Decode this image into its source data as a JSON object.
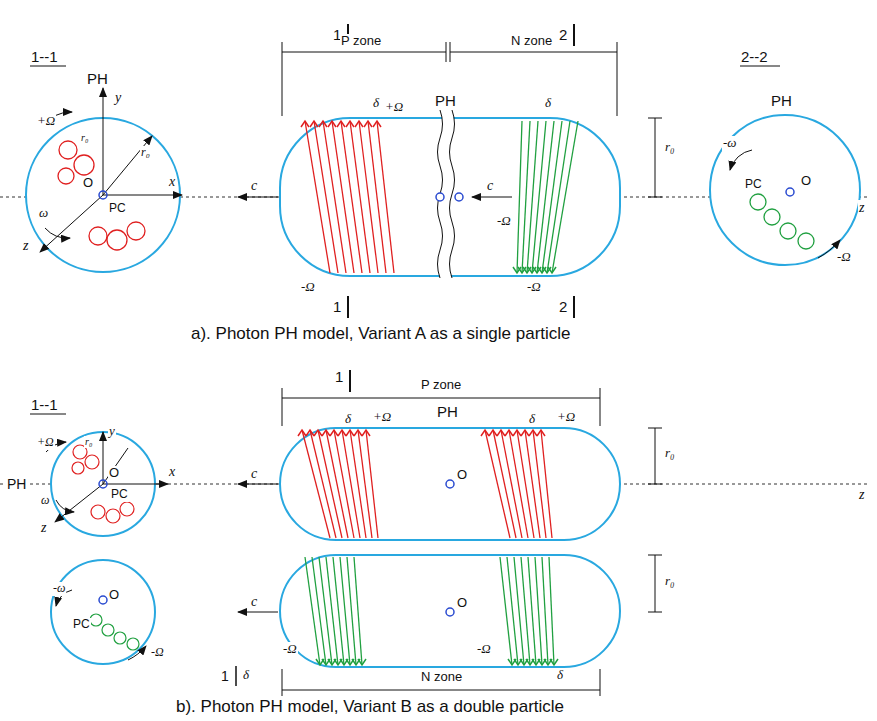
{
  "diagram": {
    "labels": [
      "1--1",
      "PH",
      "y",
      "+Ω",
      "r₀",
      "r₀",
      "O",
      "x",
      "z",
      "ω",
      "PC",
      "1",
      "P zone",
      "N zone",
      "2",
      "δ",
      "δ",
      "+Ω",
      "PH",
      "r₀",
      "c",
      "c",
      "z",
      "-Ω",
      "-Ω",
      "-Ω",
      "1",
      "2",
      "2--2",
      "PH",
      "-ω",
      "O",
      "PC",
      "-Ω",
      "a). Photon PH model, Variant A as a single particle",
      "1--1",
      "1",
      "P zone",
      "PH",
      "δ",
      "δ",
      "+Ω",
      "+Ω",
      "r₀",
      "PH",
      "+Ω",
      "r₀",
      "O",
      "x",
      "y",
      "z",
      "ω",
      "PC",
      "c",
      "O",
      "z",
      "-ω",
      "O",
      "PC",
      "-Ω",
      "c",
      "O",
      "-Ω",
      "-Ω",
      "r₀",
      "1",
      "δ",
      "δ",
      "N zone",
      "b). Photon PH model, Variant B as a double  particle"
    ]
  }
}
